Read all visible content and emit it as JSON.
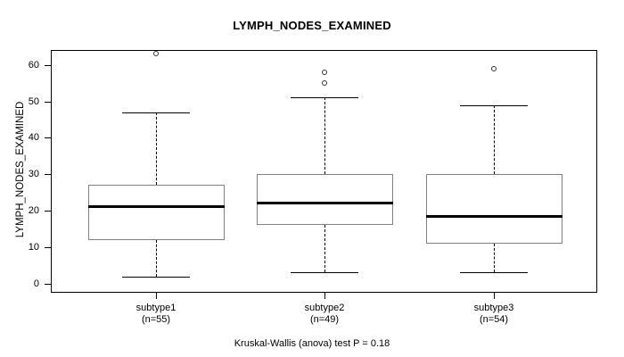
{
  "chart_data": {
    "type": "box",
    "title": "LYMPH_NODES_EXAMINED",
    "xlabel": "",
    "ylabel": "LYMPH_NODES_EXAMINED",
    "ylim": [
      0,
      65
    ],
    "yticks": [
      0,
      10,
      20,
      30,
      40,
      50,
      60
    ],
    "ytick_labels": [
      "0",
      "10",
      "20",
      "30",
      "40",
      "50",
      "60"
    ],
    "grid": false,
    "legend": null,
    "annotation": "Kruskal-Wallis (anova) test P = 0.18",
    "categories": [
      "subtype1",
      "subtype2",
      "subtype3"
    ],
    "category_labels": [
      {
        "name": "subtype1",
        "n_label": "(n=55)",
        "n": 55
      },
      {
        "name": "subtype2",
        "n_label": "(n=49)",
        "n": 49
      },
      {
        "name": "subtype3",
        "n_label": "(n=54)",
        "n": 54
      }
    ],
    "boxes": [
      {
        "category": "subtype1",
        "lower_whisker": 2,
        "q1": 12,
        "median": 21,
        "q3": 27,
        "upper_whisker": 47,
        "outliers": [
          63
        ]
      },
      {
        "category": "subtype2",
        "lower_whisker": 3,
        "q1": 16,
        "median": 22,
        "q3": 30,
        "upper_whisker": 51,
        "outliers": [
          55,
          58
        ]
      },
      {
        "category": "subtype3",
        "lower_whisker": 3,
        "q1": 11,
        "median": 18.5,
        "q3": 30,
        "upper_whisker": 49,
        "outliers": [
          59
        ]
      }
    ]
  },
  "statistics": {
    "test_name": "Kruskal-Wallis (anova) test",
    "p_value": "0.18",
    "footer_text": "Kruskal-Wallis (anova) test P = 0.18"
  },
  "axes": {
    "y_title": "LYMPH_NODES_EXAMINED"
  }
}
